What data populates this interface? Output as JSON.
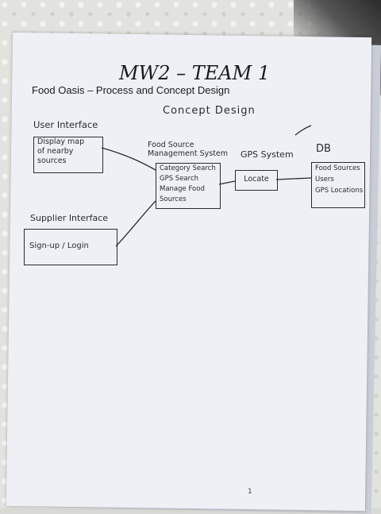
{
  "sheet": {
    "title": "MW2 – TEAM 1",
    "subtitle": "Food Oasis – Process and Concept Design",
    "section_heading": "Concept Design",
    "page_number": "1"
  },
  "diagram": {
    "user_interface": {
      "label": "User Interface",
      "lines": [
        "Display map",
        "of nearby",
        "sources"
      ]
    },
    "food_source": {
      "label": "Food Source Management System",
      "lines": [
        "Category Search",
        "GPS Search",
        "Manage Food Sources"
      ]
    },
    "gps": {
      "label": "GPS System",
      "lines": [
        "Locate"
      ]
    },
    "db": {
      "label": "DB",
      "lines": [
        "Food Sources",
        "Users",
        "GPS Locations"
      ]
    },
    "supplier_interface": {
      "label": "Supplier Interface",
      "lines": [
        "Sign-up / Login"
      ]
    }
  },
  "colors": {
    "ink": "#2a2a33",
    "paper": "#eef0f6"
  }
}
